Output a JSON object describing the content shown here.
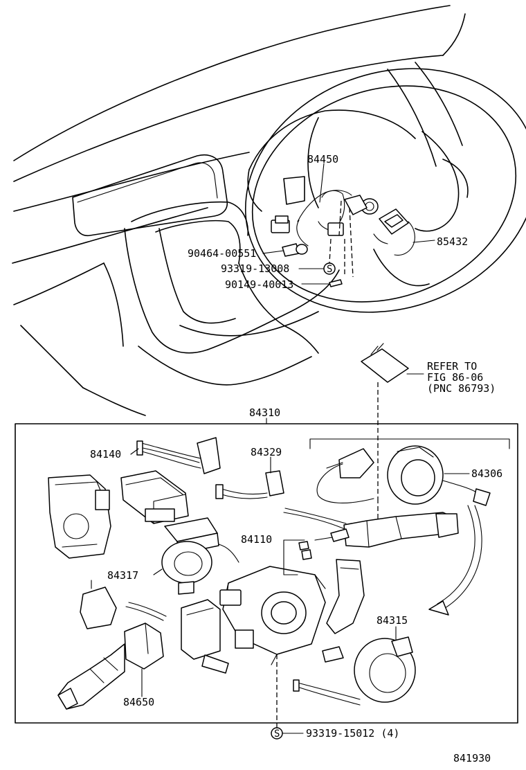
{
  "labels": {
    "p84450": "84450",
    "p85432": "85432",
    "p90464": "90464-00551",
    "p93319a": "93319-13008",
    "p90149": "90149-40013",
    "refer1": "REFER TO",
    "refer2": "FIG 86-06",
    "refer3": "(PNC 86793)",
    "p84310": "84310",
    "p84140": "84140",
    "p84329": "84329",
    "p84306": "84306",
    "p84110": "84110",
    "p84317": "84317",
    "p84315": "84315",
    "p84650": "84650",
    "p93319b": "93319-15012 (4)",
    "s_mark": "S",
    "figure_number": "841930"
  }
}
